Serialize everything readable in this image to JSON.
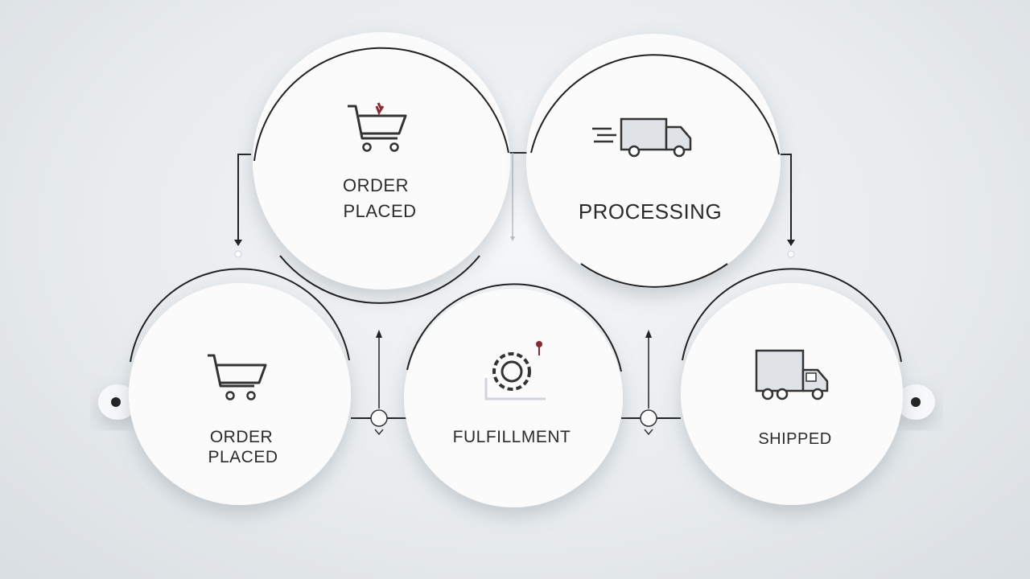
{
  "colors": {
    "background": "#e6eaed",
    "node_fill": "#fbfbfb",
    "stroke": "#222222",
    "icon_stroke": "#333333",
    "icon_fill": "#dfe3e8",
    "accent": "#8b2a33"
  },
  "nodes": [
    {
      "id": "top-order",
      "line1": "ORDER",
      "line2": "PLACED",
      "icon": "shopping-cart-icon"
    },
    {
      "id": "top-processing",
      "line1": "PROCESSING",
      "line2": "",
      "icon": "delivery-truck-icon"
    },
    {
      "id": "bottom-order",
      "line1": "ORDER",
      "line2": "PLACED",
      "icon": "shopping-cart-icon"
    },
    {
      "id": "bottom-fulfillment",
      "line1": "FULFILLMENT",
      "line2": "",
      "icon": "gear-icon"
    },
    {
      "id": "bottom-shipped",
      "line1": "SHIPPED",
      "line2": "",
      "icon": "truck-icon"
    }
  ],
  "connectors": [
    {
      "from": "top-order",
      "to": "bottom-order",
      "direction": "down"
    },
    {
      "from": "top-processing",
      "to": "bottom-shipped",
      "direction": "down"
    },
    {
      "from": "bottom-order",
      "to": "bottom-fulfillment",
      "direction": "up"
    },
    {
      "from": "bottom-fulfillment",
      "to": "bottom-shipped",
      "direction": "up"
    }
  ]
}
